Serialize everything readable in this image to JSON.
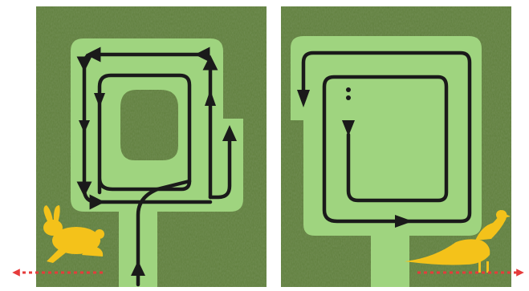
{
  "panels": [
    {
      "id": "left",
      "animal": "hare",
      "boundary_arrow_direction": "left"
    },
    {
      "id": "right",
      "animal": "pheasant",
      "boundary_arrow_direction": "right"
    }
  ],
  "colors": {
    "background": "#ffffff",
    "grass": "#5f7e3c",
    "grass_dark": "#3f5a28",
    "grass_light": "#86a060",
    "path": "#9fd47f",
    "route_line": "#1a1a1a",
    "animal": "#f4c21a",
    "boundary_line": "#e63b3b"
  },
  "icons": [
    "hare-icon",
    "pheasant-icon",
    "arrow-left-icon",
    "arrow-right-icon",
    "arrow-up-icon"
  ]
}
